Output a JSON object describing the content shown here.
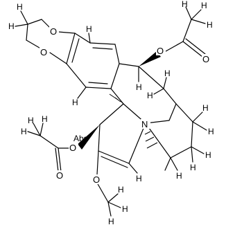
{
  "atoms": {
    "o_dioxole_top": "O",
    "o_dioxole_bottom": "O",
    "o_acetate_top_ester": "O",
    "o_acetate_top_carbonyl": "O",
    "n_amine": "N",
    "o_acetate_left_ester": "O",
    "o_acetate_left_carbonyl": "O",
    "o_methoxy": "O",
    "abs_flag": "Abs"
  },
  "hydrogens": {
    "h_dioxole_top": "H",
    "h_dioxole_bottom": "H",
    "h_ar_top": "H",
    "h_ar_bottom": "H",
    "h_c7": "H",
    "h_ch2_right": "H",
    "h_ch2_left": "H",
    "h_ring_right_top": "H",
    "h_ring_right_bottom": "H",
    "h_ring_lower_right": "H",
    "h_ring_lower_left": "H",
    "h_ring_mid": "H",
    "h_bridge": "H",
    "h_acetyl_a": "H",
    "h_acetyl_b": "H",
    "h_acetyl_c": "H",
    "h_methyl_a": "H",
    "h_methyl_b": "H",
    "h_methyl_c": "H",
    "h_acetyl2_a": "H",
    "h_acetyl2_b": "H",
    "h_acetyl2_c": "H"
  }
}
